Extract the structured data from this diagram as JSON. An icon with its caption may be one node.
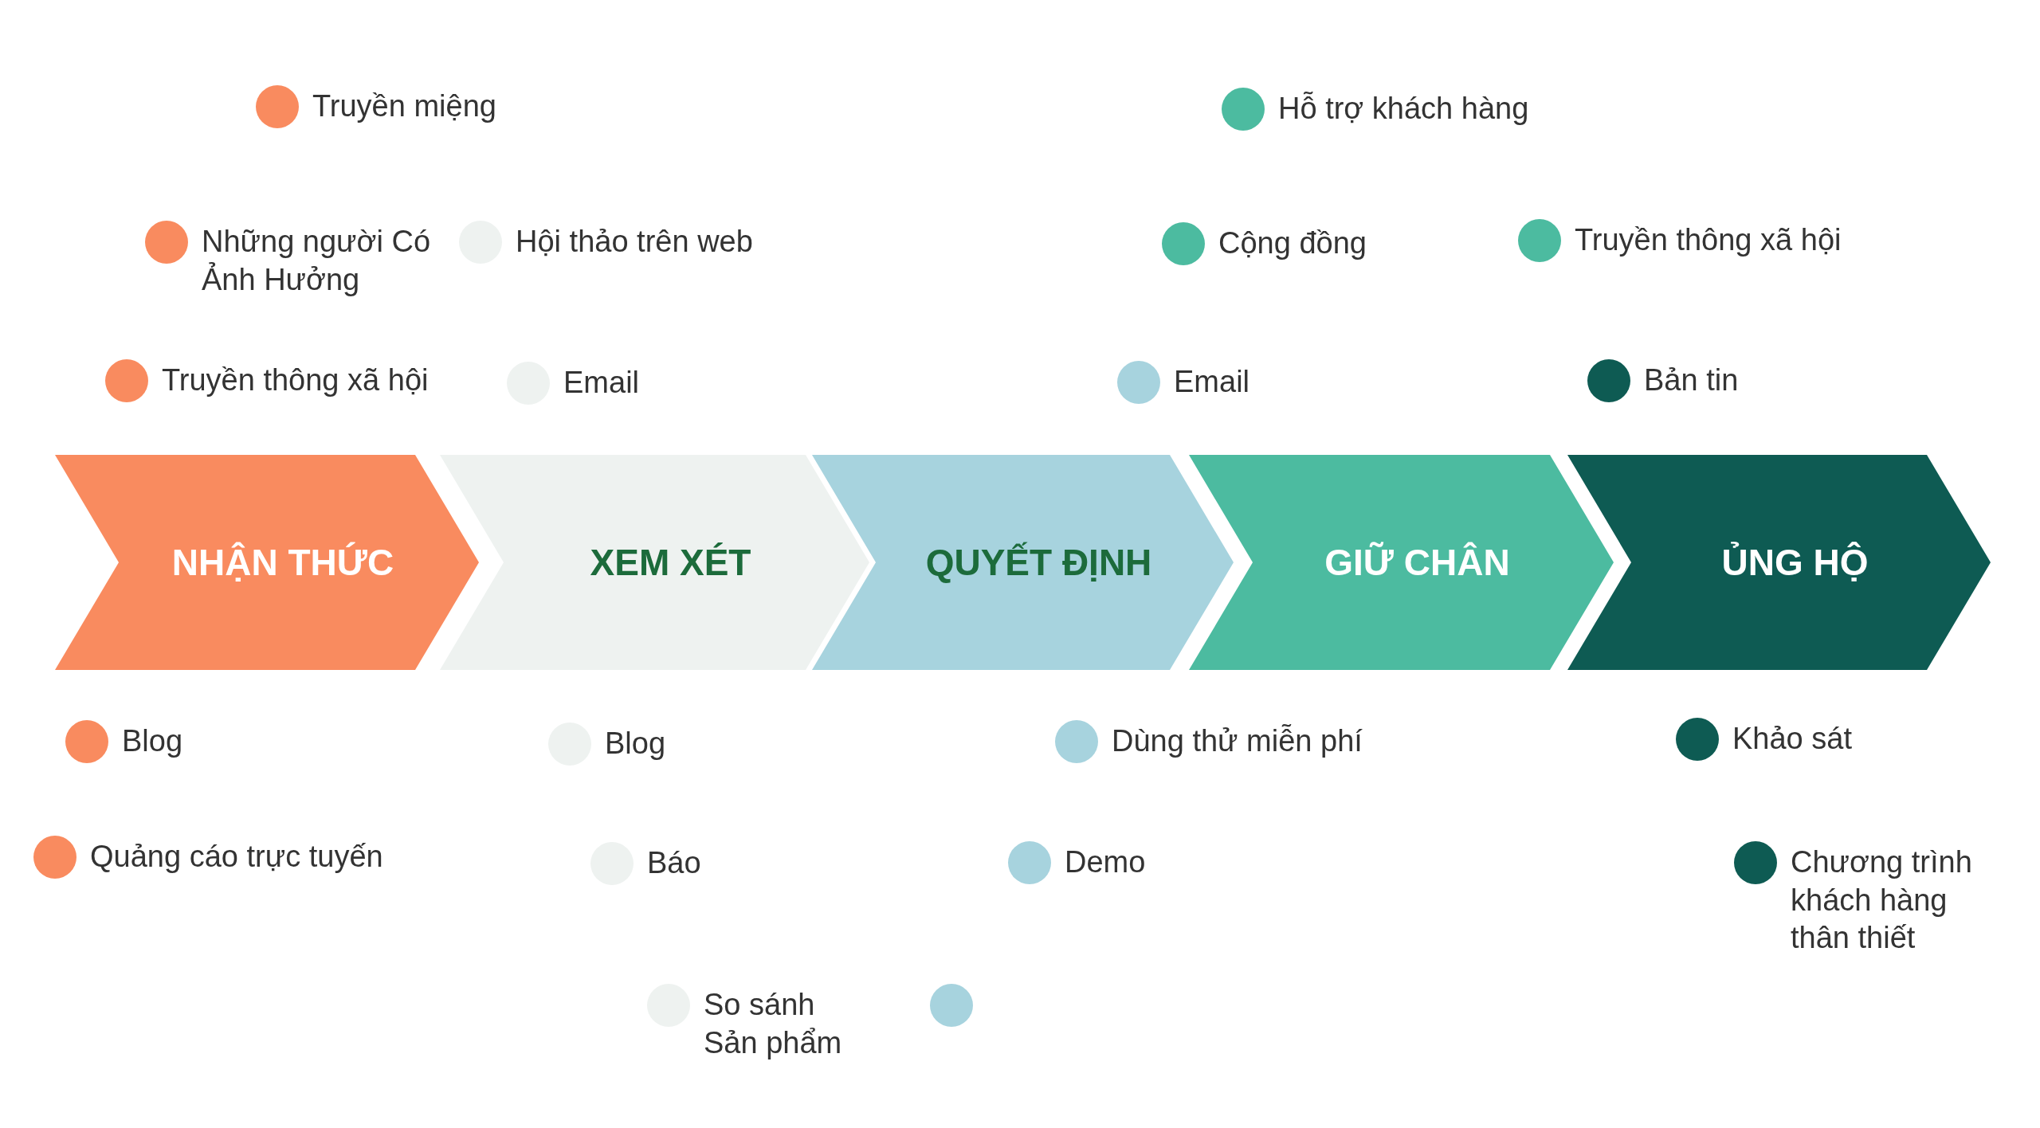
{
  "diagram": {
    "nodes": [
      {
        "text": [
          "NHẬN THỨC"
        ]
      },
      {
        "text": [
          "XEM XÉT"
        ]
      },
      {
        "text": [
          "QUYẾT ĐỊNH"
        ]
      },
      {
        "text": [
          "GIỮ CHÂN"
        ]
      },
      {
        "text": [
          "ỦNG HỘ"
        ]
      }
    ],
    "labels": [
      "Truyền miệng",
      "Hỗ trợ khách hàng",
      "Những người Có Ảnh Hưởng",
      "Hội thảo trên web",
      "Cộng đồng",
      "Truyền thông xã hội",
      "Truyền thông xã hội",
      "Email",
      "Email",
      "Bản tin",
      "Blog",
      "Blog",
      "Dùng thử miễn phí",
      "Khảo sát",
      "Quảng cáo trực tuyến",
      "Báo",
      "Demo",
      "Chương trình khách hàng thân thiết",
      "So sánh Sản phẩm"
    ]
  }
}
